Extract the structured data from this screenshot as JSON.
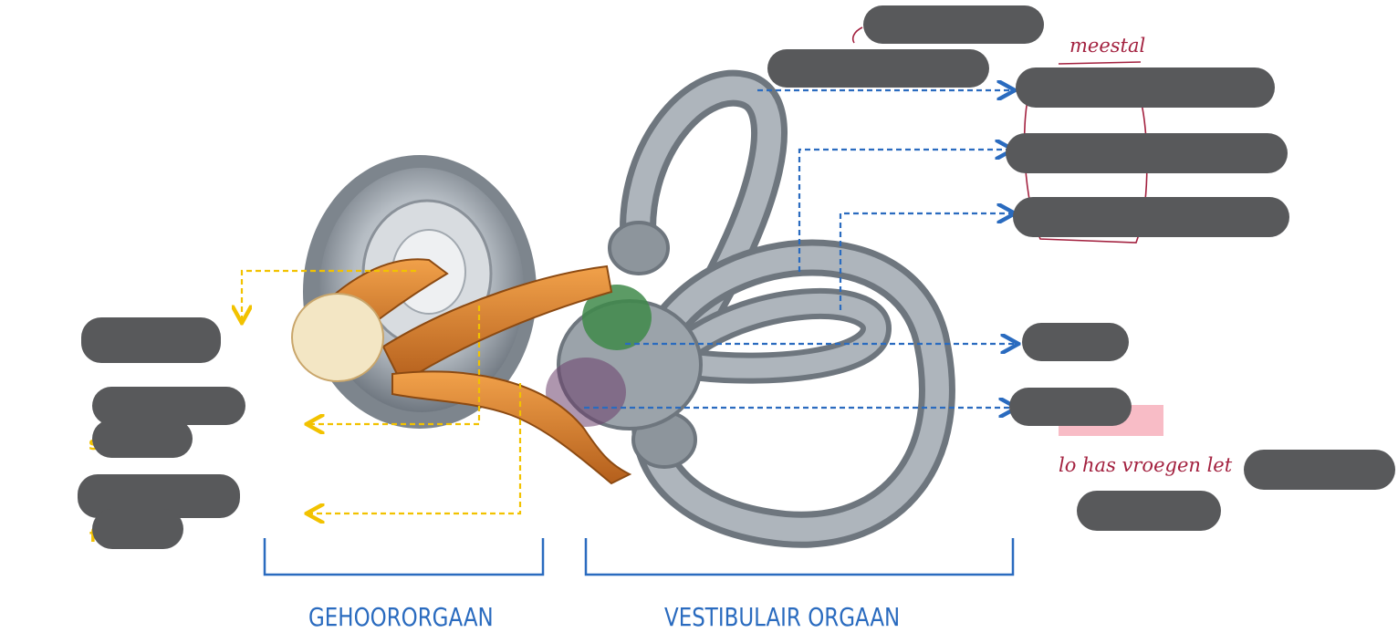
{
  "labels": {
    "auditory": "GEHOORORGAAN",
    "vestibular": "VESTIBULAIR ORGAAN"
  },
  "annotations": {
    "meestal": "meestal",
    "note": "lo has vroegen let"
  },
  "partial_letters": {
    "s": "s",
    "f": "f"
  },
  "colors": {
    "blue_arrow": "#2a6bbf",
    "yellow_arrow": "#f2c200",
    "redaction": "#58595b",
    "handwriting": "#a3213f",
    "nerve": "#d9822b",
    "labyrinth": "#9aa3ab"
  }
}
